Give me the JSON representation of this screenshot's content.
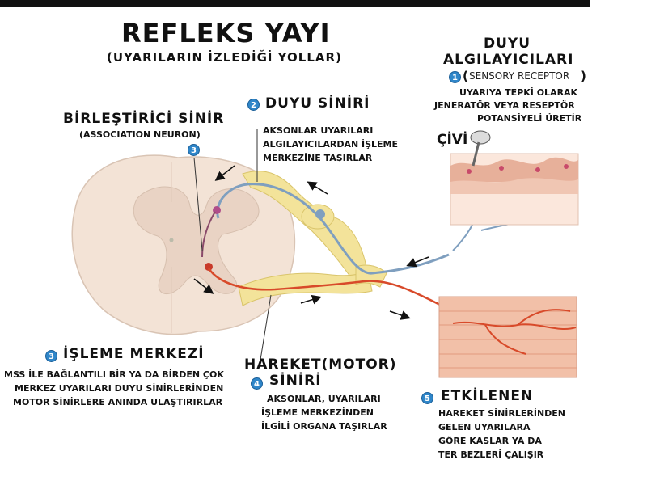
{
  "title": "REFLEKS YAYI",
  "subtitle": "(UYARILARIN İZLEDİĞİ YOLLAR)",
  "duyu_algilayicilari": {
    "line1": "DUYU",
    "line2": "ALGILAYICILARI",
    "badge": "1",
    "paren_open": "(",
    "sensory_receptor": "SENSORY RECEPTOR",
    "paren_close": ")",
    "desc": [
      "UYARIYA TEPKİ OLARAK",
      "JENERATÖR VEYA RESEPTÖR",
      "POTANSİYELİ ÜRETİR"
    ]
  },
  "civi": "ÇİVİ",
  "duyu_siniri": {
    "badge": "2",
    "label": "DUYU SİNİRİ",
    "desc": [
      "AKSONLAR UYARILARI",
      "ALGILAYICILARDAN İŞLEME",
      "MERKEZİNE TAŞIRLAR"
    ]
  },
  "birlestirici": {
    "label": "BİRLEŞTİRİCİ SİNİR",
    "sub": "(ASSOCIATION NEURON)",
    "badge": "3"
  },
  "isleme_merkezi": {
    "badge": "3",
    "label": "İŞLEME MERKEZİ",
    "desc": [
      "MSS İLE BAĞLANTILI BİR YA DA BİRDEN ÇOK",
      "MERKEZ UYARILARI DUYU SİNİRLERİNDEN",
      "MOTOR SİNİRLERE ANINDA ULAŞTIRIRLAR"
    ]
  },
  "hareket": {
    "label1": "HAREKET(MOTOR)",
    "badge": "4",
    "label2": "SİNİRİ",
    "desc": [
      "AKSONLAR, UYARILARI",
      "İŞLEME MERKEZİNDEN",
      "İLGİLİ ORGANA TAŞIRLAR"
    ]
  },
  "etkilenen": {
    "badge": "5",
    "label": "ETKİLENEN",
    "desc": [
      "HAREKET SİNİRLERİNDEN",
      "GELEN UYARILARA",
      "GÖRE KASLAR YA DA",
      "TER BEZLERİ ÇALIŞIR"
    ]
  },
  "colors": {
    "cord": "#f3e3d6",
    "grey_matter": "#e9d3c4",
    "nerve": "#f3e39a",
    "sensory_axon": "#7f9fbf",
    "motor_axon": "#d84a2a",
    "skin": "#e7b09a",
    "muscle": "#e7a58a",
    "badge": "#2f86c9"
  }
}
